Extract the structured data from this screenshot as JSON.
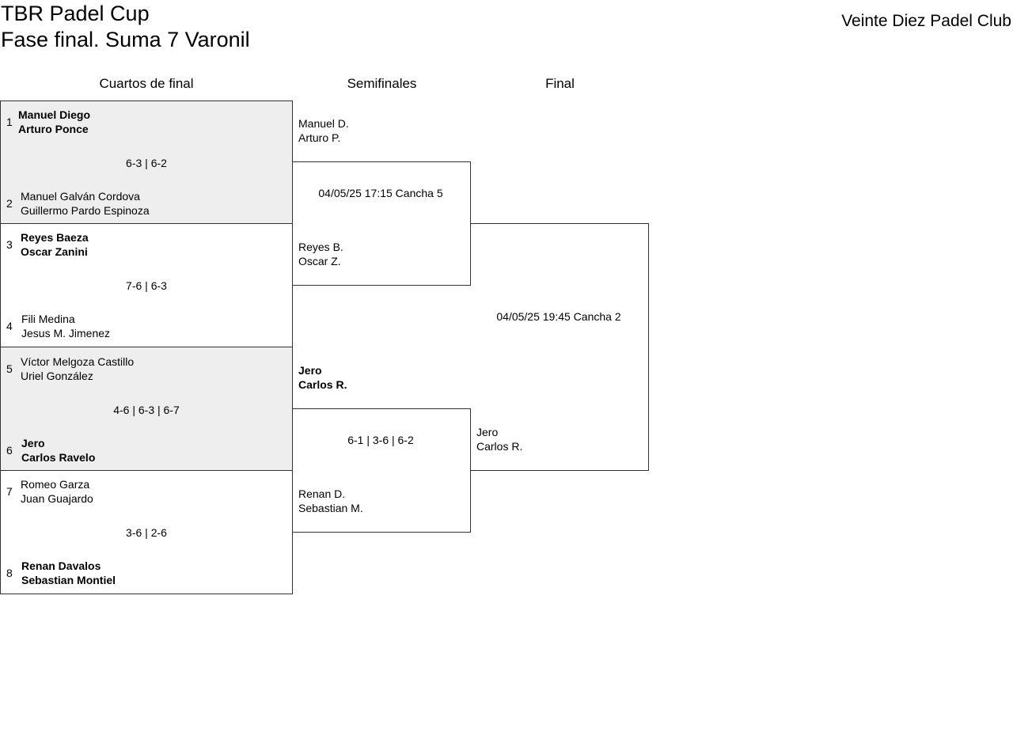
{
  "header": {
    "title_line1": "TBR Padel Cup",
    "title_line2": "Fase final. Suma 7 Varonil",
    "club": "Veinte Diez Padel Club"
  },
  "columns": {
    "quarterfinals": "Cuartos de final",
    "semifinals": "Semifinales",
    "final": "Final"
  },
  "quarterfinals": [
    {
      "top": {
        "seed": "1",
        "player1": "Manuel Diego",
        "player2": "Arturo Ponce",
        "winner": true
      },
      "score": "6-3 | 6-2",
      "bottom": {
        "seed": "2",
        "player1": "Manuel Galván Cordova",
        "player2": "Guillermo Pardo Espinoza",
        "winner": false
      }
    },
    {
      "top": {
        "seed": "3",
        "player1": "Reyes Baeza",
        "player2": "Oscar Zanini",
        "winner": true
      },
      "score": "7-6 | 6-3",
      "bottom": {
        "seed": "4",
        "player1": "Fili Medina",
        "player2": "Jesus M. Jimenez",
        "winner": false
      }
    },
    {
      "top": {
        "seed": "5",
        "player1": "Víctor Melgoza Castillo",
        "player2": "Uriel González",
        "winner": false
      },
      "score": "4-6 | 6-3 | 6-7",
      "bottom": {
        "seed": "6",
        "player1": "Jero",
        "player2": "Carlos Ravelo",
        "winner": true
      }
    },
    {
      "top": {
        "seed": "7",
        "player1": "Romeo Garza",
        "player2": "Juan Guajardo",
        "winner": false
      },
      "score": "3-6 | 2-6",
      "bottom": {
        "seed": "8",
        "player1": "Renan Davalos",
        "player2": "Sebastian Montiel",
        "winner": true
      }
    }
  ],
  "semifinals": [
    {
      "top": {
        "player1": "Manuel D.",
        "player2": "Arturo P."
      },
      "info": "04/05/25 17:15 Cancha 5",
      "bottom": {
        "player1": "Reyes B.",
        "player2": "Oscar Z."
      }
    },
    {
      "top": {
        "player1": "Jero",
        "player2": "Carlos R."
      },
      "info": "6-1 | 3-6 | 6-2",
      "bottom": {
        "player1": "Renan D.",
        "player2": "Sebastian M."
      }
    }
  ],
  "final": {
    "info": "04/05/25 19:45 Cancha 2",
    "bottom": {
      "player1": "Jero",
      "player2": "Carlos R."
    }
  }
}
